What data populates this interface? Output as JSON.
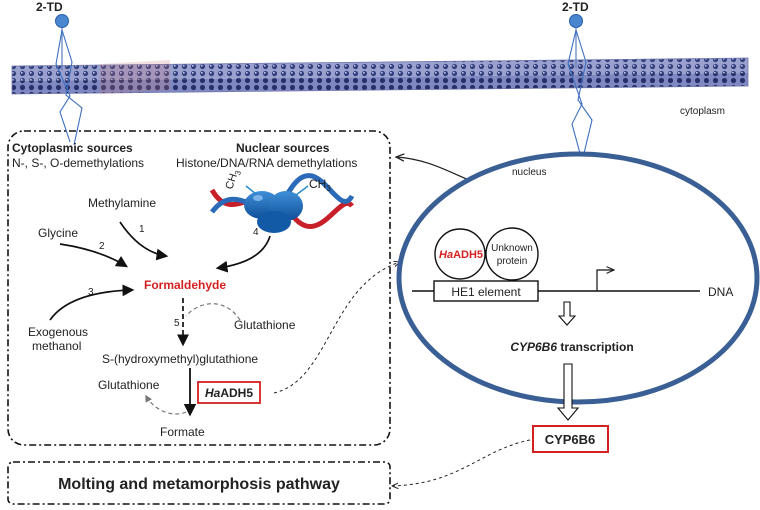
{
  "membrane": {
    "ligand_left": "2-TD",
    "ligand_right": "2-TD",
    "cytoplasm_label": "cytoplasm"
  },
  "sources": {
    "cytoplasmic_title": "Cytoplasmic sources",
    "cytoplasmic_sub": "N-, S-, O-demethylations",
    "nuclear_title": "Nuclear sources",
    "nuclear_sub": "Histone/DNA/RNA demethylations",
    "ch3_left": "CH",
    "ch3_right": "CH",
    "ch3_subscript": "3"
  },
  "pathway": {
    "methylamine": "Methylamine",
    "glycine": "Glycine",
    "exogenous_line1": "Exogenous",
    "exogenous_line2": "methanol",
    "formaldehyde": "Formaldehyde",
    "glutathione_top": "Glutathione",
    "intermediate": "S-(hydroxymethyl)glutathione",
    "glutathione_bottom": "Glutathione",
    "enzyme_italic": "Ha",
    "enzyme_rest": "ADH5",
    "formate": "Formate",
    "step_1": "1",
    "step_2": "2",
    "step_3": "3",
    "step_4": "4",
    "step_5": "5"
  },
  "nucleus": {
    "label": "nucleus",
    "circle1_italic": "Ha",
    "circle1_rest": "ADH5",
    "circle2_line1": "Unknown",
    "circle2_line2": "protein",
    "element": "HE1 element",
    "dna": "DNA",
    "transcription_gene": "CYP6B6",
    "transcription_word": " transcription"
  },
  "outputs": {
    "protein": "CYP6B6",
    "pathway": "Molting and metamorphosis pathway"
  },
  "colors": {
    "red": "#d42020",
    "nucleus_border": "#3a5f94",
    "membrane_top": "#8c93c6",
    "membrane_dark": "#2c3772",
    "ligand_blue": "#4a86cf",
    "dna_red": "#c8202a",
    "dna_blue": "#2a6ab8"
  }
}
